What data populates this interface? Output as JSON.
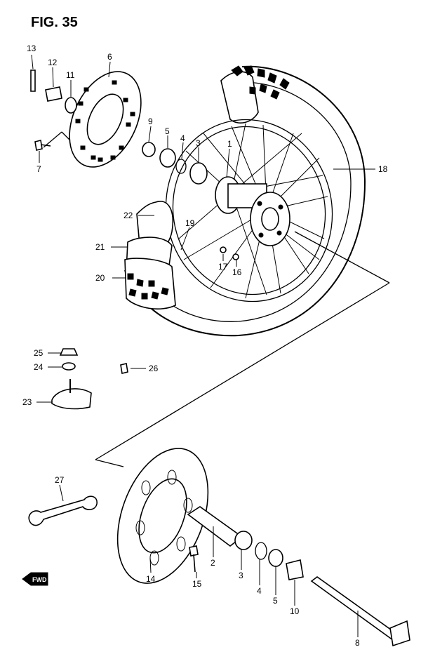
{
  "figure": {
    "title": "FIG. 35"
  },
  "direction_badge": {
    "text": "FWD"
  },
  "callouts": [
    {
      "id": "13",
      "text": "13"
    },
    {
      "id": "12",
      "text": "12"
    },
    {
      "id": "11",
      "text": "11"
    },
    {
      "id": "6",
      "text": "6"
    },
    {
      "id": "7",
      "text": "7"
    },
    {
      "id": "9",
      "text": "9"
    },
    {
      "id": "5a",
      "text": "5"
    },
    {
      "id": "4a",
      "text": "4"
    },
    {
      "id": "3a",
      "text": "3"
    },
    {
      "id": "1",
      "text": "1"
    },
    {
      "id": "18",
      "text": "18"
    },
    {
      "id": "22",
      "text": "22"
    },
    {
      "id": "19",
      "text": "19"
    },
    {
      "id": "21",
      "text": "21"
    },
    {
      "id": "20",
      "text": "20"
    },
    {
      "id": "17",
      "text": "17"
    },
    {
      "id": "16",
      "text": "16"
    },
    {
      "id": "25",
      "text": "25"
    },
    {
      "id": "24",
      "text": "24"
    },
    {
      "id": "26",
      "text": "26"
    },
    {
      "id": "23",
      "text": "23"
    },
    {
      "id": "27",
      "text": "27"
    },
    {
      "id": "14",
      "text": "14"
    },
    {
      "id": "15",
      "text": "15"
    },
    {
      "id": "2",
      "text": "2"
    },
    {
      "id": "3b",
      "text": "3"
    },
    {
      "id": "4b",
      "text": "4"
    },
    {
      "id": "5b",
      "text": "5"
    },
    {
      "id": "10",
      "text": "10"
    },
    {
      "id": "8",
      "text": "8"
    }
  ]
}
